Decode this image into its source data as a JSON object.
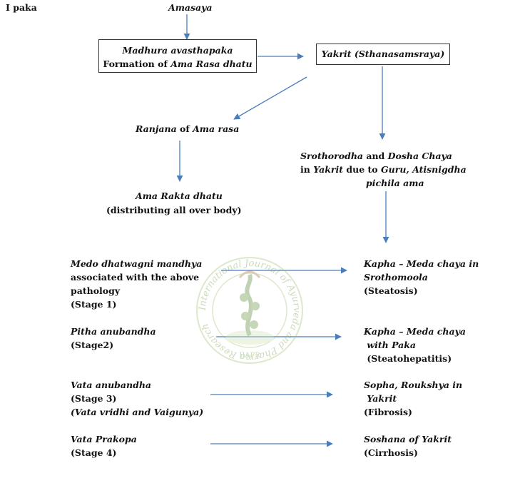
{
  "corner_label": "I paka",
  "nodes": {
    "amasaya": "Amasaya",
    "madhura_line1": "Madhura avasthapaka",
    "madhura_line2_a": "Formation of ",
    "madhura_line2_b": "Ama Rasa dhatu",
    "yakrit": "Yakrit (Sthanasamsraya)",
    "ranjana_a": "Ranjana",
    "ranjana_b": " of ",
    "ranjana_c": "Ama rasa",
    "ama_rakta_line1": "Ama Rakta dhatu",
    "ama_rakta_line2": "(distributing all over body)",
    "sroto_l1_a": "Srothorodha",
    "sroto_l1_b": " and ",
    "sroto_l1_c": "Dosha Chaya",
    "sroto_l2_a": "in ",
    "sroto_l2_b": "Yakrit",
    "sroto_l2_c": " due to ",
    "sroto_l2_d": "Guru, Atisnigdha",
    "sroto_l3": "pichila ama"
  },
  "stages": [
    {
      "left_lines": [
        {
          "text": "Medo dhatwagni mandhya",
          "italic": true
        },
        {
          "text": "associated with the above",
          "italic": false
        },
        {
          "text": "pathology",
          "italic": false
        },
        {
          "text": "(Stage 1)",
          "italic": false
        }
      ],
      "right_lines": [
        {
          "text": "Kapha – Meda chaya in",
          "italic": true
        },
        {
          "text": "Srothomoola",
          "italic": true
        },
        {
          "text": "(Steatosis)",
          "italic": false
        }
      ]
    },
    {
      "left_lines": [
        {
          "text": "Pitha anubandha",
          "italic": true
        },
        {
          "text": "(Stage2)",
          "italic": false
        }
      ],
      "right_lines": [
        {
          "text": "Kapha – Meda chaya",
          "italic": true
        },
        {
          "text": " with Paka",
          "italic": true
        },
        {
          "text": " (Steatohepatitis)",
          "italic": false
        }
      ]
    },
    {
      "left_lines": [
        {
          "text": "Vata anubandha",
          "italic": true
        },
        {
          "text": "(Stage 3)",
          "italic": false
        },
        {
          "text": "(Vata vridhi and Vaigunya)",
          "italic": true
        }
      ],
      "right_lines": [
        {
          "text": "Sopha, Roukshya in",
          "italic": true
        },
        {
          "text": " Yakrit",
          "italic": true
        },
        {
          "text": "(Fibrosis)",
          "italic": false
        }
      ]
    },
    {
      "left_lines": [
        {
          "text": "Vata Prakopa",
          "italic": true
        },
        {
          "text": "(Stage 4)",
          "italic": false
        }
      ],
      "right_lines": [
        {
          "text": "Soshana of Yakrit",
          "italic": true
        },
        {
          "text": "(Cirrhosis)",
          "italic": false
        }
      ]
    }
  ],
  "watermark": {
    "ring_text": "International Journal of Ayurveda and Pharma Research",
    "abbr": "IJAPR"
  },
  "colors": {
    "arrow": "#4a7ebb",
    "text": "#111111",
    "watermark": "#7aa84a"
  }
}
